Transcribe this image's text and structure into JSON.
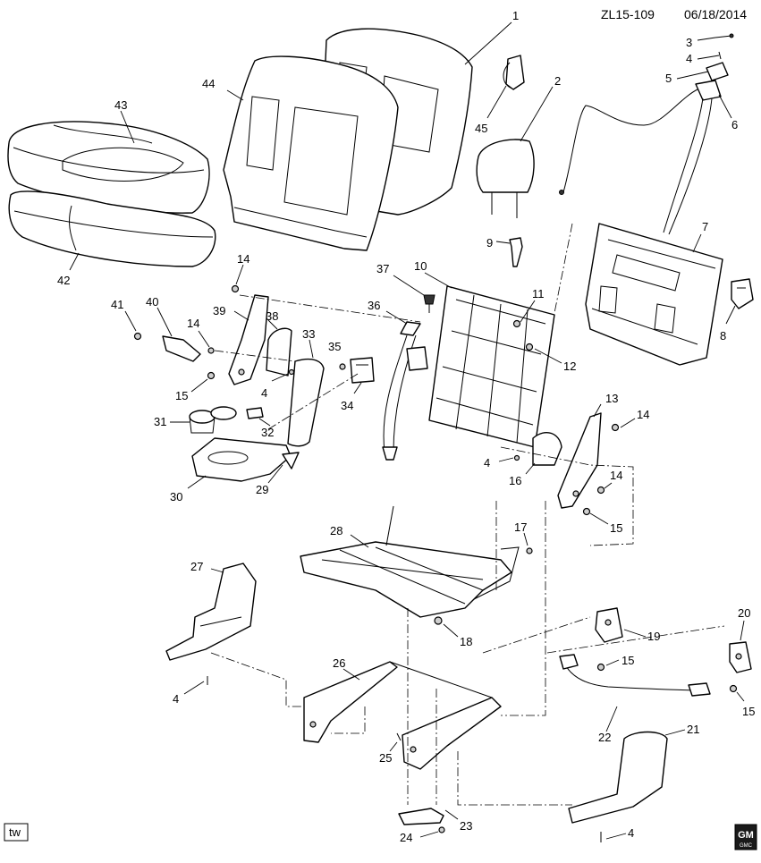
{
  "header": {
    "diagram_code": "ZL15-109",
    "date": "06/18/2014"
  },
  "footer": {
    "tw_badge": "tw",
    "gm_logo": {
      "line1": "GM",
      "line2": "GMC"
    }
  },
  "callouts": {
    "c1": "1",
    "c2": "2",
    "c3": "3",
    "c4a": "4",
    "c5": "5",
    "c6": "6",
    "c7": "7",
    "c8": "8",
    "c9": "9",
    "c10": "10",
    "c11": "11",
    "c12": "12",
    "c13": "13",
    "c14a": "14",
    "c14b": "14",
    "c14c": "14",
    "c14d": "14",
    "c15a": "15",
    "c15b": "15",
    "c15c": "15",
    "c15d": "15",
    "c4b": "4",
    "c4c": "4",
    "c4d": "4",
    "c4e": "4",
    "c16": "16",
    "c17": "17",
    "c18": "18",
    "c19": "19",
    "c20": "20",
    "c21": "21",
    "c22": "22",
    "c23": "23",
    "c24": "24",
    "c25": "25",
    "c26": "26",
    "c27": "27",
    "c28": "28",
    "c29": "29",
    "c30": "30",
    "c31": "31",
    "c32": "32",
    "c33": "33",
    "c34": "34",
    "c35": "35",
    "c36": "36",
    "c37": "37",
    "c38": "38",
    "c39": "39",
    "c40": "40",
    "c41": "41",
    "c42": "42",
    "c43": "43",
    "c44": "44",
    "c45": "45"
  }
}
